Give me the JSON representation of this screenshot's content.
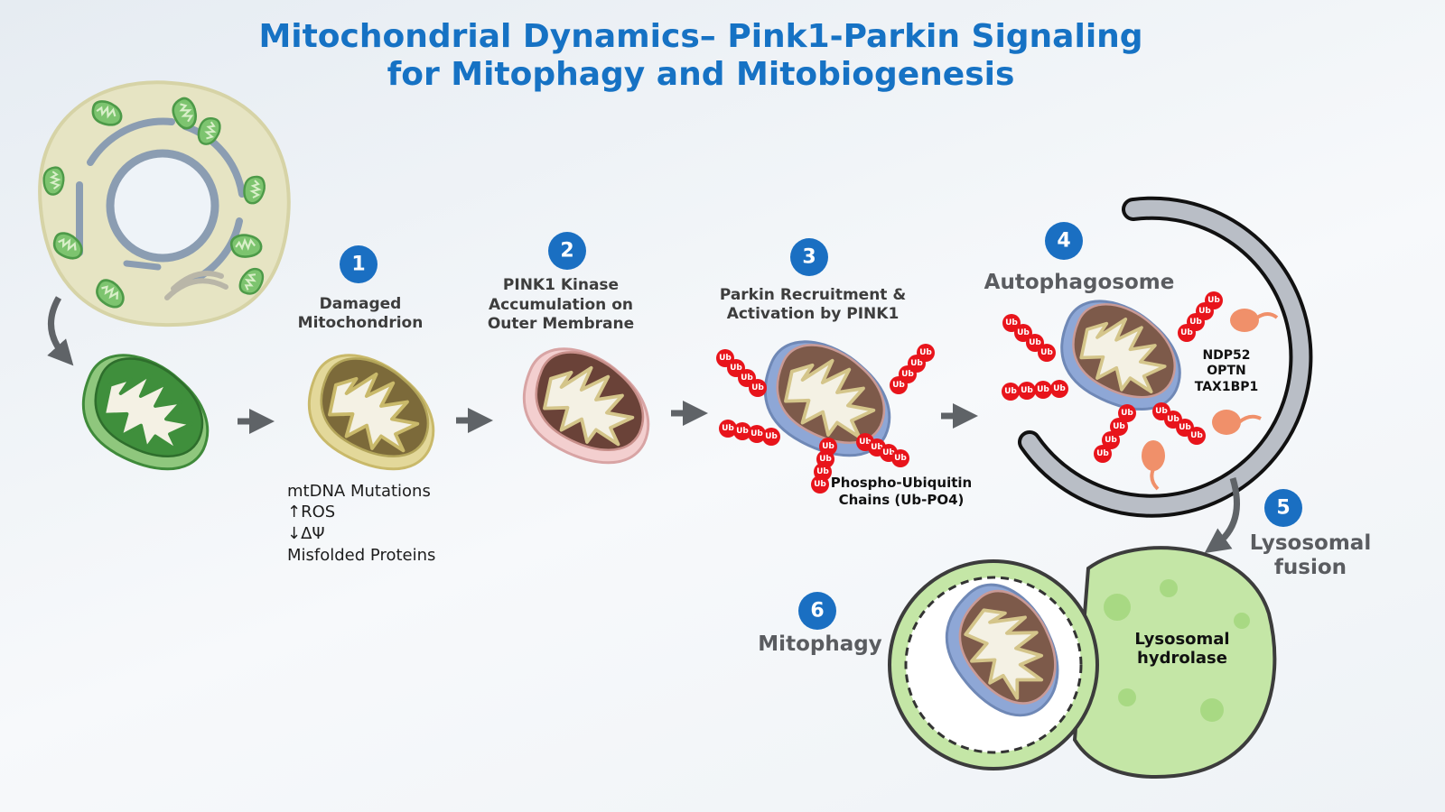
{
  "title": {
    "line1": "Mitochondrial Dynamics– Pink1-Parkin Signaling",
    "line2": "for Mitophagy and Mitobiogenesis"
  },
  "colors": {
    "title": "#1672c4",
    "step_badge": "#1a6fc2",
    "ubiquitin": "#e8141b",
    "receptor": "#f0906a",
    "lysosome": "#bfe3a0"
  },
  "steps": [
    {
      "number": "1",
      "label_lines": [
        "Damaged",
        "Mitochondrion"
      ]
    },
    {
      "number": "2",
      "label_lines": [
        "PINK1 Kinase",
        "Accumulation on",
        "Outer Membrane"
      ]
    },
    {
      "number": "3",
      "label_lines": [
        "Parkin Recruitment &",
        "Activation by PINK1"
      ]
    },
    {
      "number": "4",
      "label_lines": [
        "Autophagosome"
      ]
    },
    {
      "number": "5",
      "label_lines": [
        "Lysosomal",
        "fusion"
      ]
    },
    {
      "number": "6",
      "label_lines": [
        "Mitophagy"
      ]
    }
  ],
  "damage_causes": [
    "mtDNA Mutations",
    "↑ROS",
    "↓ΔΨ",
    "Misfolded Proteins"
  ],
  "phospho_ub": [
    "Phospho-Ubiquitin",
    "Chains (Ub-PO4)"
  ],
  "receptors": [
    "NDP52",
    "OPTN",
    "TAX1BP1"
  ],
  "lysosome_label": [
    "Lysosomal",
    "hydrolase"
  ],
  "ub_label": "Ub"
}
